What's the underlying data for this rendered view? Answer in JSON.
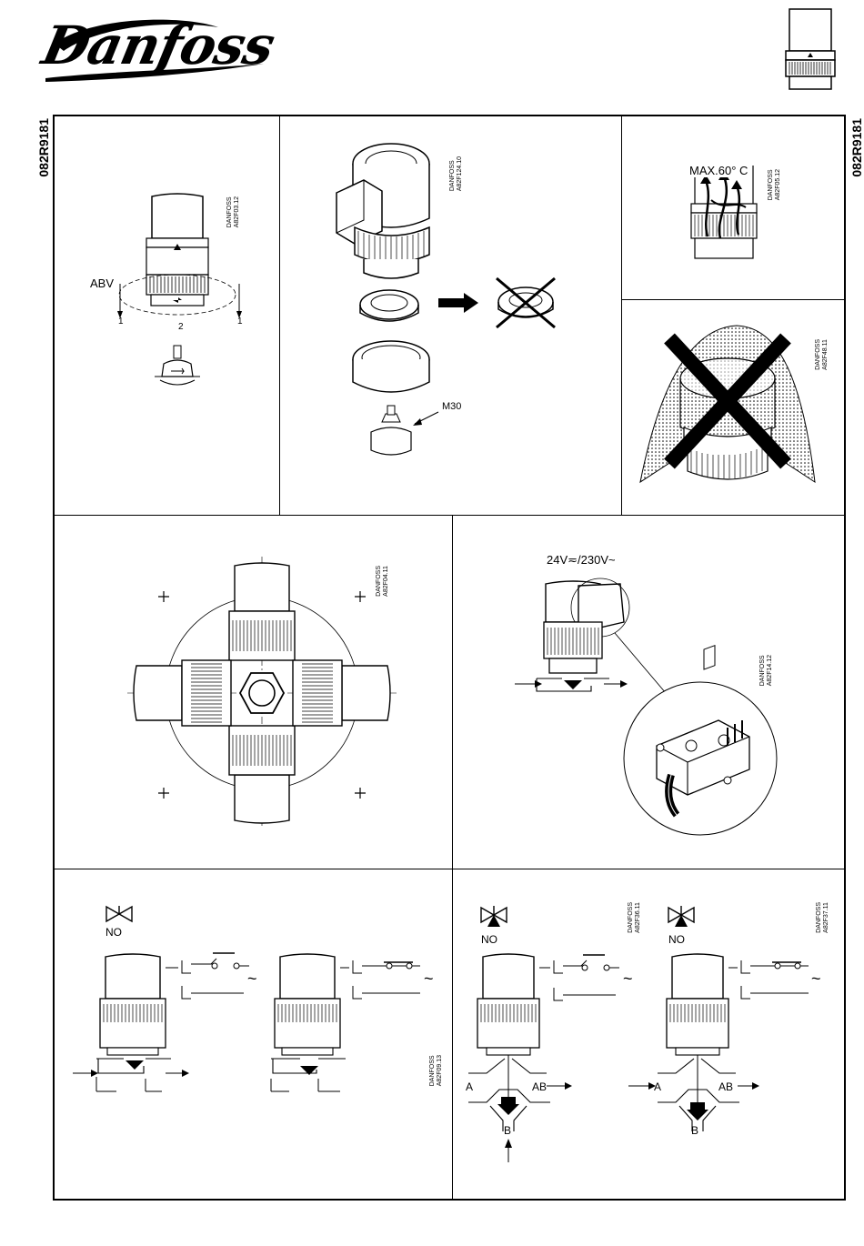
{
  "brand": {
    "name": "Danfoss"
  },
  "document": {
    "code": "082R9181"
  },
  "panels": {
    "mounting": {
      "code_line1": "DANFOSS",
      "code_line2": "A82F03.12",
      "label_abv": "ABV",
      "step1": "1",
      "step2": "2",
      "step3": "1"
    },
    "adapter": {
      "code_line1": "DANFOSS",
      "code_line2": "A82F124.10",
      "label_thread": "M30"
    },
    "temperature": {
      "code_line1": "DANFOSS",
      "code_line2": "A82F05.12",
      "label": "MAX.60° C"
    },
    "no_cover": {
      "code_line1": "DANFOSS",
      "code_line2": "A82F48.11"
    },
    "orientation": {
      "code_line1": "DANFOSS",
      "code_line2": "A82F04.11"
    },
    "wiring": {
      "code_line1": "DANFOSS",
      "code_line2": "A82F14.12",
      "voltage": "24V≂/230V~"
    },
    "function_two_way": {
      "code_line1": "DANFOSS",
      "code_line2": "A82F09.13",
      "no_label_1": "NO",
      "ac_symbol_1": "~",
      "ac_symbol_2": "~"
    },
    "function_three_way_a": {
      "code_line1": "DANFOSS",
      "code_line2": "A82F36.11",
      "no_label": "NO",
      "port_a": "A",
      "port_ab": "AB",
      "port_b": "B",
      "ac_symbol": "~"
    },
    "function_three_way_b": {
      "code_line1": "DANFOSS",
      "code_line2": "A82F37.11",
      "no_label": "NO",
      "port_a": "A",
      "port_ab": "AB",
      "port_b": "B",
      "ac_symbol": "~"
    }
  }
}
